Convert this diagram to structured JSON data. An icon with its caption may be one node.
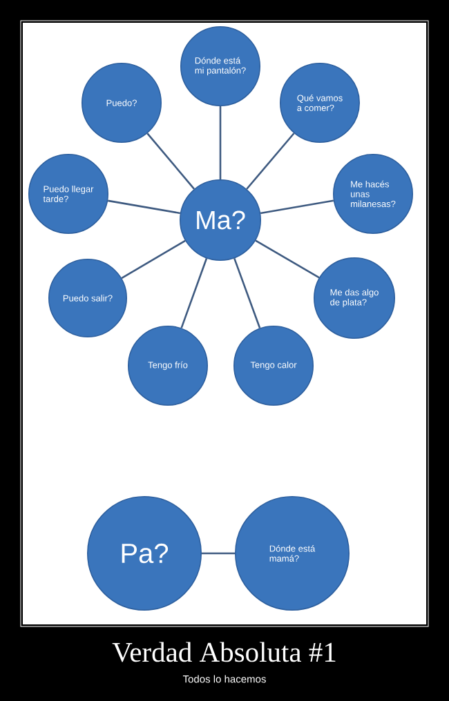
{
  "diagram": {
    "title": "Verdad Absoluta #1",
    "caption": "Todos lo hacemos",
    "nodes": [
      {
        "text": [
          "Dónde está mi pantalón?"
        ]
      },
      {
        "text": [
          "Puedo?"
        ]
      },
      {
        "text": [
          "Qué vamos a comer?"
        ]
      },
      {
        "text": [
          "Puedo llegar tarde?"
        ]
      },
      {
        "text": [
          "Me hacés unas milanesas?"
        ]
      },
      {
        "text": [
          "Ma?"
        ]
      },
      {
        "text": [
          "Puedo salir?"
        ]
      },
      {
        "text": [
          "Me das algo de plata?"
        ]
      },
      {
        "text": [
          "Tengo frío"
        ]
      },
      {
        "text": [
          "Tengo calor"
        ]
      },
      {
        "text": [
          "Pa?"
        ]
      },
      {
        "text": [
          "Dónde está mamá?"
        ]
      }
    ],
    "edges": [
      {
        "from": 5,
        "to": 0,
        "arrow": "none"
      },
      {
        "from": 5,
        "to": 2,
        "arrow": "none"
      },
      {
        "from": 5,
        "to": 4,
        "arrow": "none"
      },
      {
        "from": 5,
        "to": 7,
        "arrow": "none"
      },
      {
        "from": 5,
        "to": 9,
        "arrow": "none"
      },
      {
        "from": 5,
        "to": 8,
        "arrow": "none"
      },
      {
        "from": 5,
        "to": 6,
        "arrow": "none"
      },
      {
        "from": 5,
        "to": 3,
        "arrow": "none"
      },
      {
        "from": 5,
        "to": 1,
        "arrow": "none"
      },
      {
        "from": 10,
        "to": 11,
        "arrow": "none"
      }
    ]
  }
}
